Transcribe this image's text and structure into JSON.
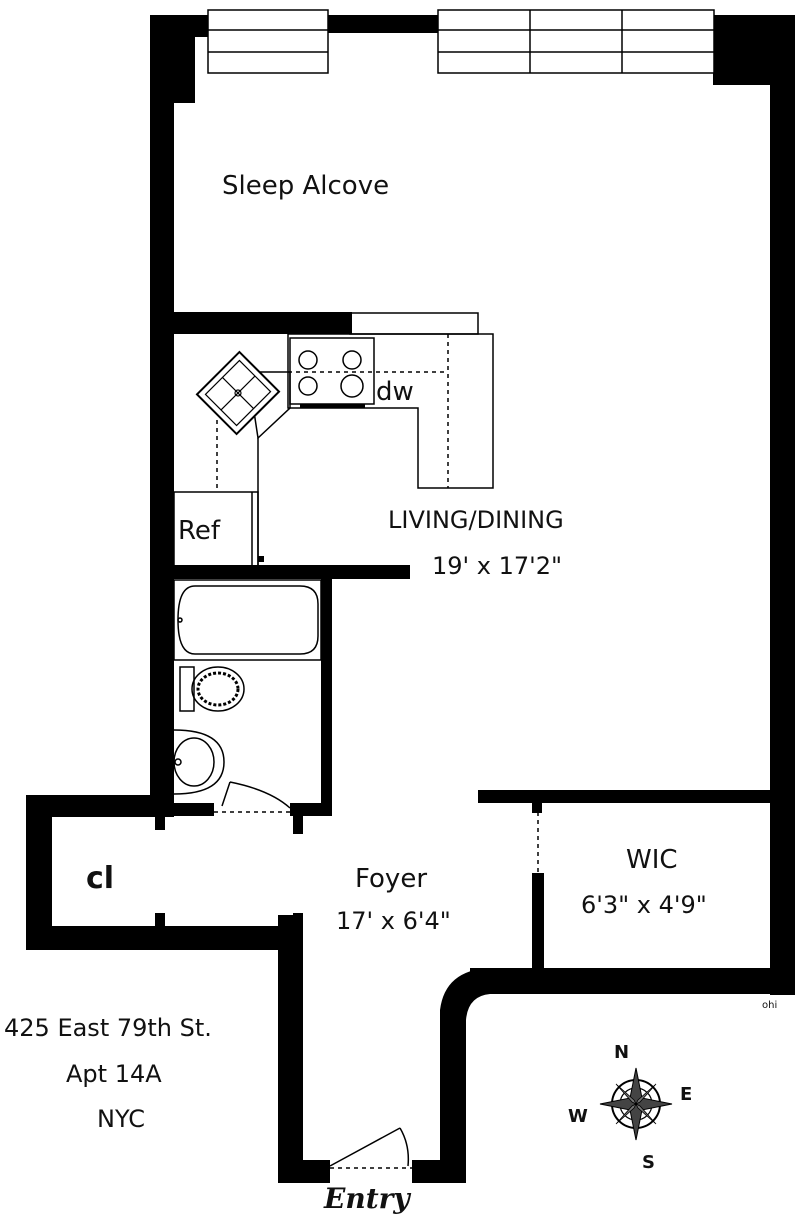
{
  "rooms": {
    "sleep_alcove": "Sleep Alcove",
    "living_dining": "LIVING/DINING",
    "living_dining_dims": "19' x 17'2\"",
    "foyer": "Foyer",
    "foyer_dims": "17' x 6'4\"",
    "wic": "WIC",
    "wic_dims": "6'3\" x 4'9\"",
    "closet": "cl",
    "refrigerator": "Ref",
    "dishwasher": "dw",
    "entry": "Entry"
  },
  "address": {
    "line1": "425 East 79th St.",
    "line2": "Apt 14A",
    "line3": "NYC"
  },
  "compass": {
    "north": "N",
    "south": "S",
    "east": "E",
    "west": "W",
    "icon": "compass-rose-icon"
  },
  "watermark": "ohi"
}
